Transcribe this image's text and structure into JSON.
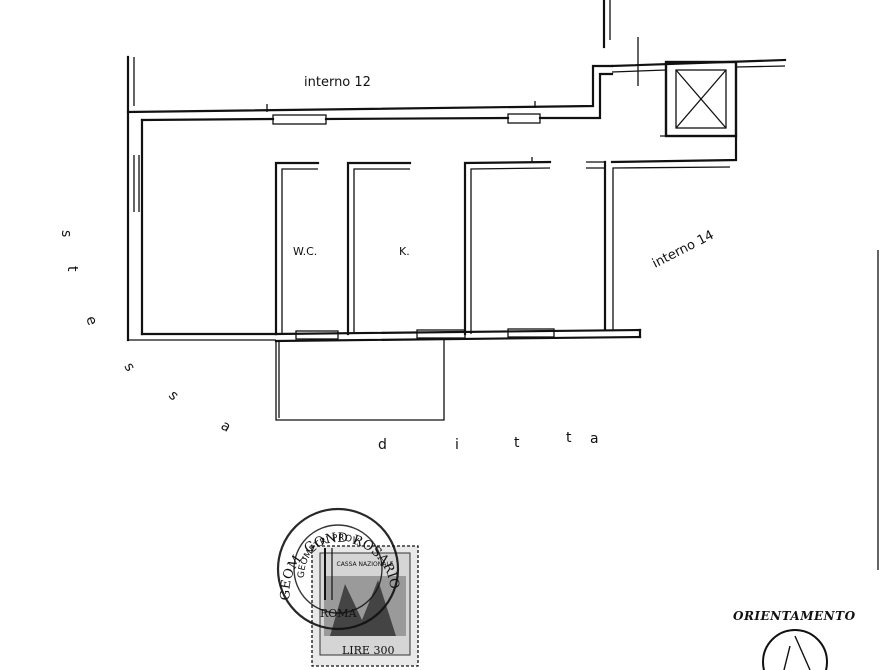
{
  "labels": {
    "interno_12": "interno 12",
    "interno_14": "interno 14",
    "wc": "W.C.",
    "kitchen": "K."
  },
  "stessa_ditta": [
    "s",
    "t",
    "e",
    "s",
    "s",
    "a",
    "d",
    "i",
    "t",
    "t",
    "a"
  ],
  "seal": {
    "ring_text": "GEOM. COND  ROSARIO",
    "inner_text": "GEOMETRI PROV.",
    "bottom_text": "ROMA"
  },
  "stamp": {
    "top_text": "CASSA NAZIONALE",
    "value": "LIRE 300"
  },
  "orientation_label": "ORIENTAMENTO",
  "colors": {
    "ink": "#111111",
    "paper": "#ffffff"
  }
}
